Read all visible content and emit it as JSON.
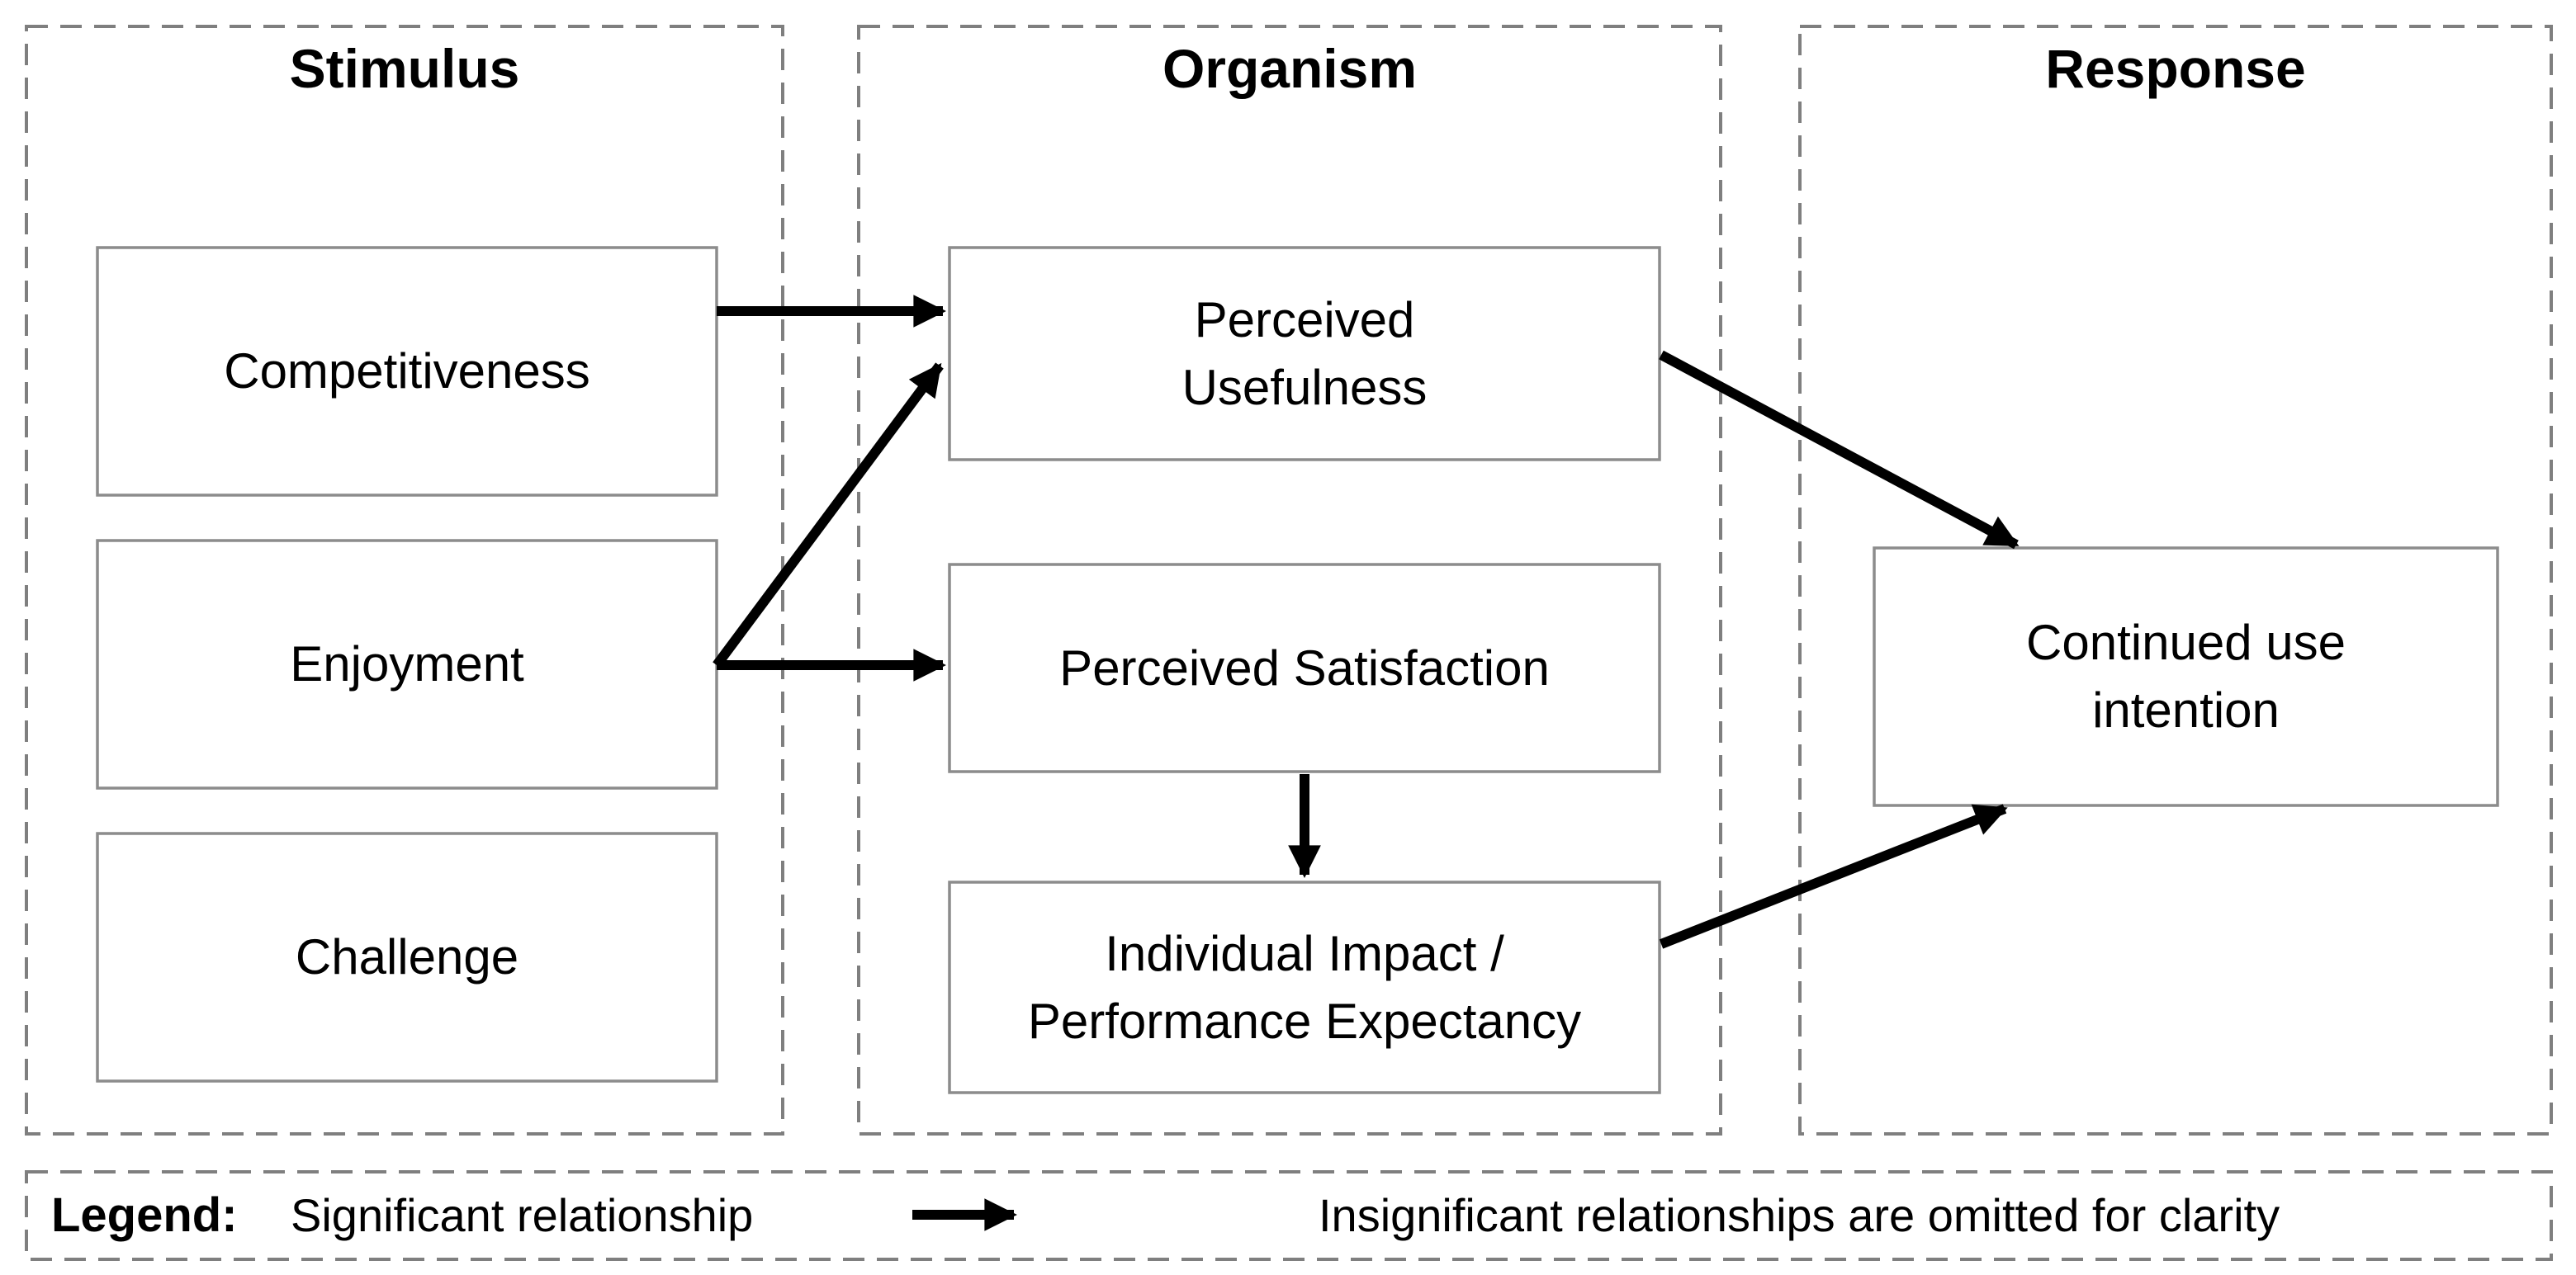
{
  "colors": {
    "background": "#ffffff",
    "panel-border": "#7f7f7f",
    "box-border": "#8c8c8c",
    "box-fill": "#ffffff",
    "arrow": "#000000",
    "text": "#000000"
  },
  "panels": [
    {
      "title": "Stimulus"
    },
    {
      "title": "Organism"
    },
    {
      "title": "Response"
    }
  ],
  "boxes": [
    {
      "lines": [
        "Competitiveness"
      ]
    },
    {
      "lines": [
        "Enjoyment"
      ]
    },
    {
      "lines": [
        "Challenge"
      ]
    },
    {
      "lines": [
        "Perceived",
        "Usefulness"
      ]
    },
    {
      "lines": [
        "Perceived Satisfaction"
      ]
    },
    {
      "lines": [
        "Individual Impact /",
        "Performance Expectancy"
      ]
    },
    {
      "lines": [
        "Continued use",
        "intention"
      ]
    }
  ],
  "relationships": [
    {
      "from": "Competitiveness",
      "to": "Perceived Usefulness",
      "type": "significant"
    },
    {
      "from": "Enjoyment",
      "to": "Perceived Usefulness",
      "type": "significant"
    },
    {
      "from": "Enjoyment",
      "to": "Perceived Satisfaction",
      "type": "significant"
    },
    {
      "from": "Perceived Satisfaction",
      "to": "Individual Impact / Performance Expectancy",
      "type": "significant"
    },
    {
      "from": "Perceived Usefulness",
      "to": "Continued use intention",
      "type": "significant"
    },
    {
      "from": "Individual Impact / Performance Expectancy",
      "to": "Continued use intention",
      "type": "significant"
    }
  ],
  "legend": {
    "label": "Legend:",
    "significant_label": "Significant relationship",
    "note": "Insignificant relationships are omitted for clarity"
  }
}
